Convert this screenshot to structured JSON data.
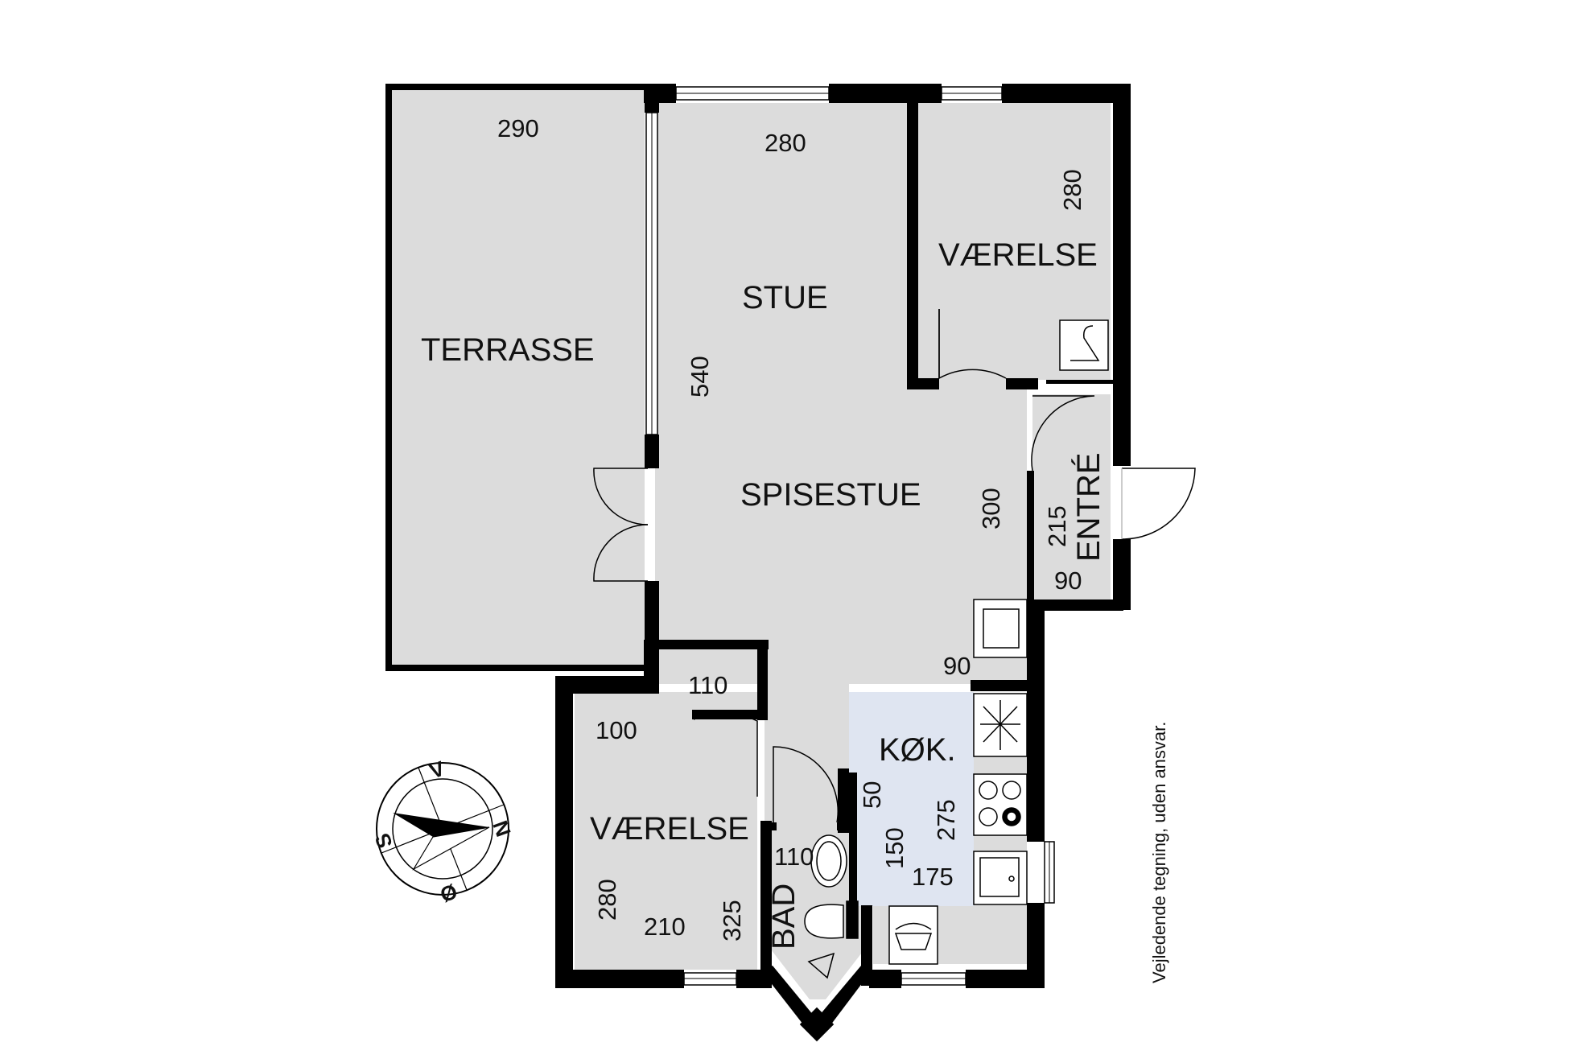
{
  "rooms": {
    "terrasse": {
      "name": "TERRASSE",
      "dims": [
        "290"
      ]
    },
    "stue": {
      "name": "STUE",
      "dims": [
        "280",
        "540"
      ]
    },
    "vaerelse_top": {
      "name": "VÆRELSE",
      "dims": [
        "280"
      ]
    },
    "spisestue": {
      "name": "SPISESTUE",
      "dims": [
        "300",
        "90"
      ]
    },
    "entre": {
      "name": "ENTRÉ",
      "dims": [
        "215",
        "90"
      ]
    },
    "vaerelse_bottom": {
      "name": "VÆRELSE",
      "dims": [
        "110",
        "100",
        "280",
        "210",
        "325"
      ]
    },
    "bad": {
      "name": "BAD",
      "dims": [
        "110"
      ]
    },
    "kok": {
      "name": "KØK.",
      "dims": [
        "50",
        "275",
        "150",
        "175"
      ]
    }
  },
  "note": "Vejledende tegning, uden ansvar.",
  "compass": {
    "north": "N",
    "east": "Ø",
    "south": "S",
    "west": "V"
  },
  "colors": {
    "room_fill": "#dcdcdc",
    "kitchen_fill": "#dfe5f1",
    "wall": "#000000"
  }
}
